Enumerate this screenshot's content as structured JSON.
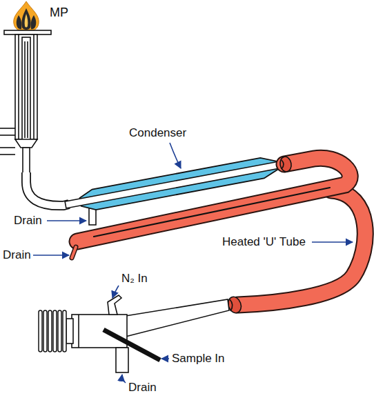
{
  "diagram": {
    "labels": [
      "MP",
      "Condenser",
      "Drain",
      "Drain",
      "Heated 'U' Tube",
      "N₂ In",
      "Sample In",
      "Drain"
    ]
  }
}
